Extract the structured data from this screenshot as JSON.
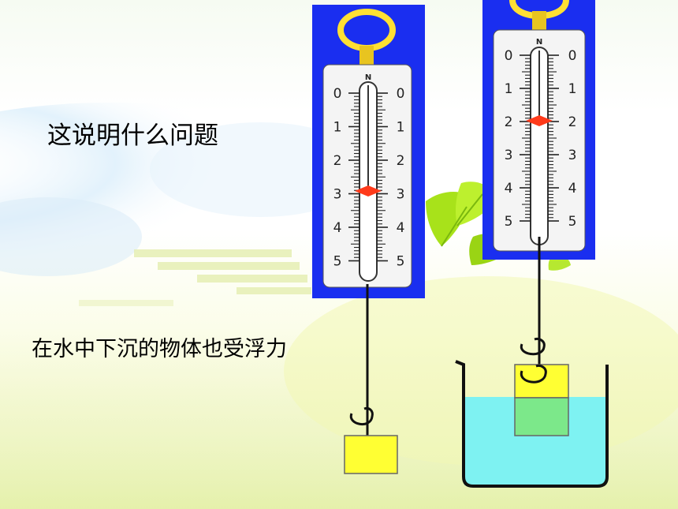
{
  "slide": {
    "question": "这说明什么问题",
    "conclusion": "在水中下沉的物体也受浮力"
  },
  "scales": {
    "unit": "N",
    "tick_labels": [
      "0",
      "1",
      "2",
      "3",
      "4",
      "5"
    ],
    "left_in_air": {
      "reading": 3
    },
    "right_in_water": {
      "reading": 2
    }
  },
  "colors": {
    "frame_blue": "#1a2ef0",
    "ring_yellow": "#ffe033",
    "pointer_red": "#ff3a1a",
    "block_yellow": "#ffff33",
    "block_submerged": "#7ce88a",
    "water": "#7ef2f2",
    "leaf_green": "#a8e21a"
  },
  "icons": [
    "spring-scale-icon",
    "hook-icon",
    "beaker-icon",
    "leaf-decoration-icon"
  ]
}
